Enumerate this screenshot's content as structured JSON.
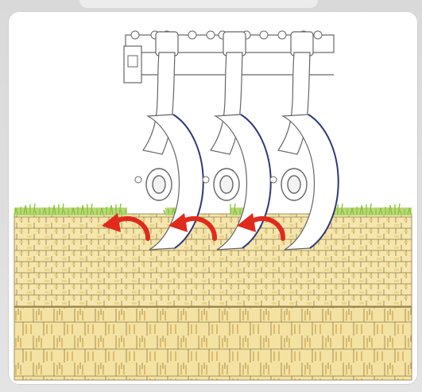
{
  "figure": {
    "subject": "disc-harrow",
    "disc_count": 3,
    "arrow_count": 3,
    "colors": {
      "arrow": "#e02a1c",
      "soil_top": "#f5e4a8",
      "soil_mid": "#f1dc98",
      "soil_outline": "#8a7a4a",
      "grass": "#8cc43c",
      "metal": "#ffffff",
      "metal_outline": "#666666",
      "disc_edge": "#30387a"
    },
    "icons": [
      "disc-blade-icon",
      "rotation-arrow-icon"
    ]
  }
}
